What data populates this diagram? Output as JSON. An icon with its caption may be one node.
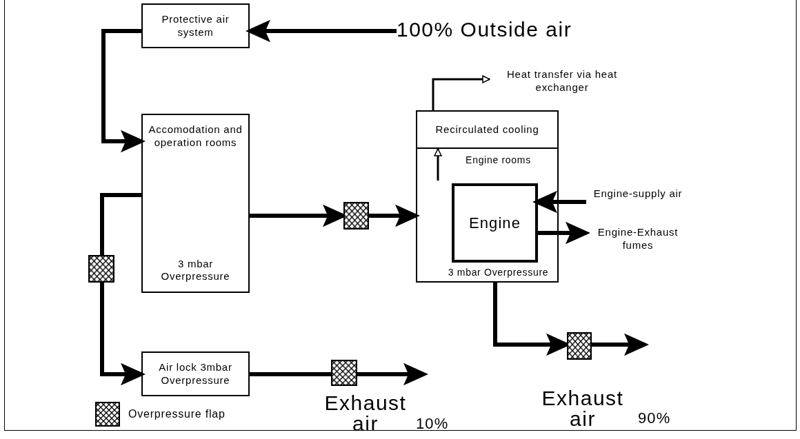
{
  "diagram": {
    "nodes": [
      {
        "text": [
          "Protective air system"
        ]
      },
      {
        "text": [
          "100% Outside air"
        ]
      },
      {
        "text": [
          "Accomodation and operation rooms",
          "3 mbar Overpressure"
        ]
      },
      {
        "text": [],
        "shape": "box"
      },
      {
        "text": [
          "Recirculated cooling"
        ]
      },
      {
        "text": [
          "Engine rooms",
          "3 mbar Overpressure"
        ]
      },
      {
        "text": [
          "Engine"
        ],
        "in": 5
      },
      {
        "text": [
          "Heat transfer via heat exchanger"
        ]
      },
      {
        "text": [
          "Engine-supply air"
        ]
      },
      {
        "text": [
          "Engine-Exhaust fumes"
        ]
      },
      {
        "text": [],
        "shape": "box"
      },
      {
        "text": [
          "Air lock 3mbar Overpressure"
        ]
      },
      {
        "text": [],
        "shape": "box"
      },
      {
        "text": [],
        "shape": "box"
      }
    ],
    "edges": [
      {
        "from": 1,
        "to": 0,
        "arrow": "to"
      },
      {
        "from": 0,
        "to": 2,
        "arrow": "to"
      },
      {
        "from": 2,
        "to": 3,
        "arrow": "to"
      },
      {
        "from": 3,
        "to": 5,
        "arrow": "to"
      },
      {
        "from": 2,
        "to": 10,
        "arrow": "none"
      },
      {
        "from": 10,
        "to": 11,
        "arrow": "to"
      },
      {
        "from": 11,
        "to": 12,
        "arrow": "none"
      },
      {
        "from": 12,
        "to": null,
        "arrow": "to"
      },
      {
        "from": 5,
        "to": 13,
        "arrow": "to"
      },
      {
        "from": 13,
        "to": null,
        "arrow": "to"
      },
      {
        "from": 8,
        "to": 6,
        "arrow": "to"
      },
      {
        "from": 6,
        "to": 9,
        "arrow": "to"
      },
      {
        "from": 4,
        "to": 7,
        "arrow": "to"
      },
      {
        "from": null,
        "to": 4,
        "arrow": "to"
      }
    ],
    "labels": [
      "Exhaust air",
      "10%",
      "Exhaust air",
      "90%"
    ],
    "legend": [
      {
        "text": "Overpressure flap"
      }
    ]
  }
}
